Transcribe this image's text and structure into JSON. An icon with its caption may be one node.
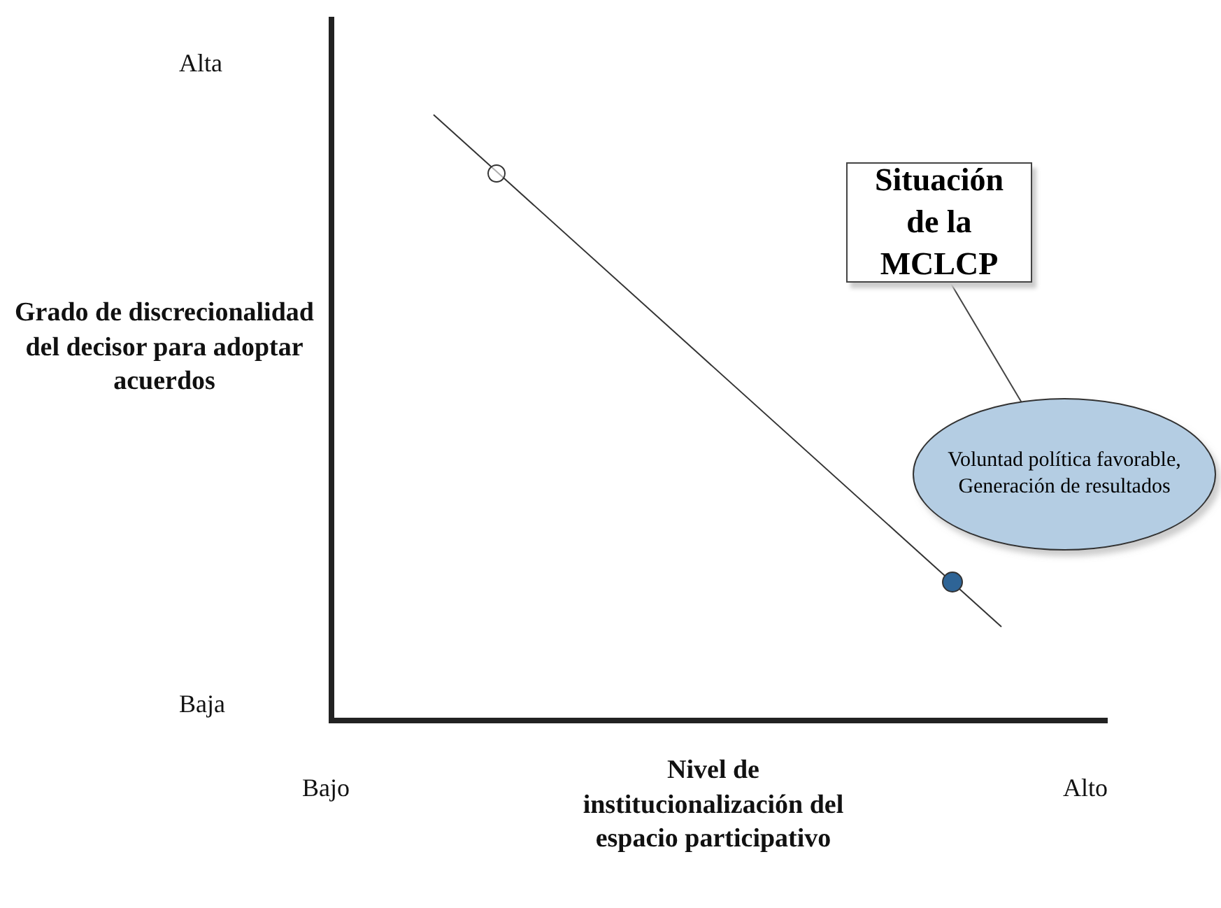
{
  "diagram": {
    "nodes": [
      {
        "text": [
          "Situación de la MCLCP"
        ]
      },
      {
        "text": [
          "Voluntad política favorable, Generación de resultados"
        ]
      }
    ],
    "edges": [
      {
        "from": 0,
        "to": 1,
        "arrow": "none"
      }
    ],
    "labels": [
      "Alta",
      "Grado de discrecionalidad del decisor para adoptar acuerdos",
      "Baja",
      "Bajo",
      "Nivel de institucionalización del espacio participativo",
      "Alto"
    ]
  }
}
